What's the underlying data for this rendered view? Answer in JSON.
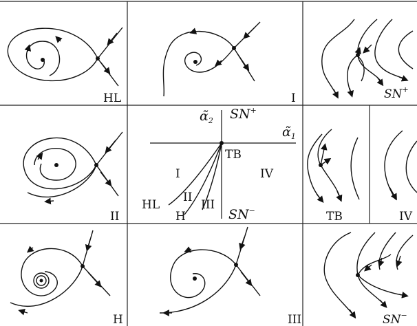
{
  "panels": {
    "hl": {
      "label": "HL"
    },
    "one": {
      "label": "I"
    },
    "sn_plus": {
      "label": "SN",
      "sup": "+"
    },
    "two": {
      "label": "II"
    },
    "center": {
      "alpha2": "α̃",
      "alpha2_sub": "2",
      "alpha1": "α̃",
      "alpha1_sub": "1",
      "sn_plus": "SN",
      "sn_plus_sup": "+",
      "sn_minus": "SN",
      "sn_minus_sup": "−",
      "tb": "TB",
      "region_I": "I",
      "region_II": "II",
      "region_III": "III",
      "region_IV": "IV",
      "curve_HL": "HL",
      "curve_H": "H"
    },
    "tb": {
      "label": "TB"
    },
    "four": {
      "label": "IV"
    },
    "h": {
      "label": "H"
    },
    "three": {
      "label": "III"
    },
    "sn_minus": {
      "label": "SN",
      "sup": "−"
    }
  },
  "colors": {
    "ink": "#111111",
    "grid": "#222222",
    "background": "#ffffff"
  }
}
